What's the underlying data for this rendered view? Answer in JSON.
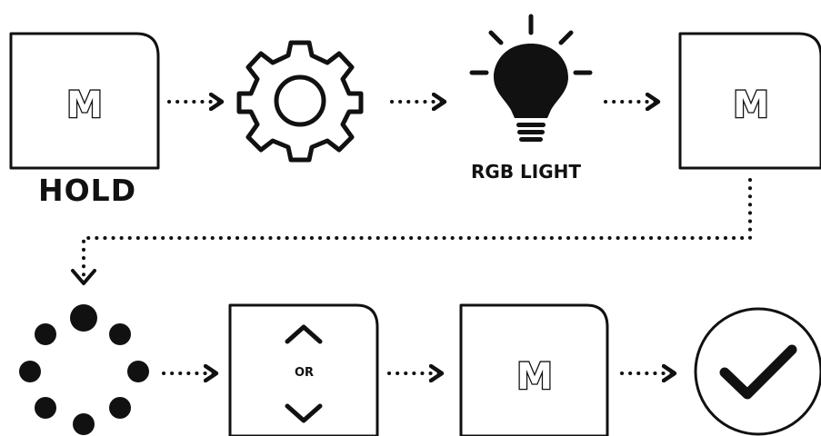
{
  "step1": {
    "key_label": "M",
    "caption": "HOLD"
  },
  "step3": {
    "caption": "RGB LIGHT"
  },
  "step4": {
    "key_label": "M"
  },
  "step6": {
    "or_text": "OR"
  },
  "step7": {
    "key_label": "M"
  },
  "colors": {
    "ink": "#111111",
    "background": "#ffffff"
  },
  "icons": [
    "key-icon",
    "gear-icon",
    "lightbulb-icon",
    "loading-dots-icon",
    "chevron-up-icon",
    "chevron-down-icon",
    "checkmark-circle-icon",
    "dotted-arrow-icon"
  ]
}
